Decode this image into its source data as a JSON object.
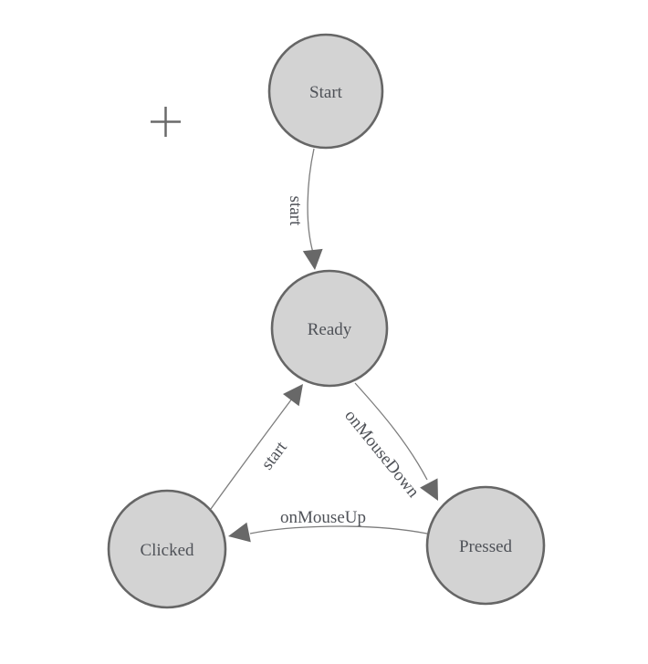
{
  "diagram": {
    "nodes": [
      {
        "id": "Start",
        "label": "Start"
      },
      {
        "id": "Ready",
        "label": "Ready"
      },
      {
        "id": "Clicked",
        "label": "Clicked"
      },
      {
        "id": "Pressed",
        "label": "Pressed"
      }
    ],
    "edges": [
      {
        "id": "start-to-ready",
        "label": "start",
        "from": "Start",
        "to": "Ready"
      },
      {
        "id": "clicked-to-ready",
        "label": "start",
        "from": "Clicked",
        "to": "Ready"
      },
      {
        "id": "ready-to-pressed",
        "label": "onMouseDown",
        "from": "Ready",
        "to": "Pressed"
      },
      {
        "id": "pressed-to-clicked",
        "label": "onMouseUp",
        "from": "Pressed",
        "to": "Clicked"
      }
    ]
  },
  "icons": {
    "crosshair": "crosshair-plus"
  },
  "colors": {
    "canvas_bg": "#ffffff",
    "node_fill": "#d3d3d3",
    "node_stroke": "#666666",
    "node_text": "#4f5258",
    "edge_line": "#7d7d7d",
    "arrow_fill": "#686868",
    "edge_text": "#4f5258",
    "crosshair": "#6a6a6a"
  }
}
